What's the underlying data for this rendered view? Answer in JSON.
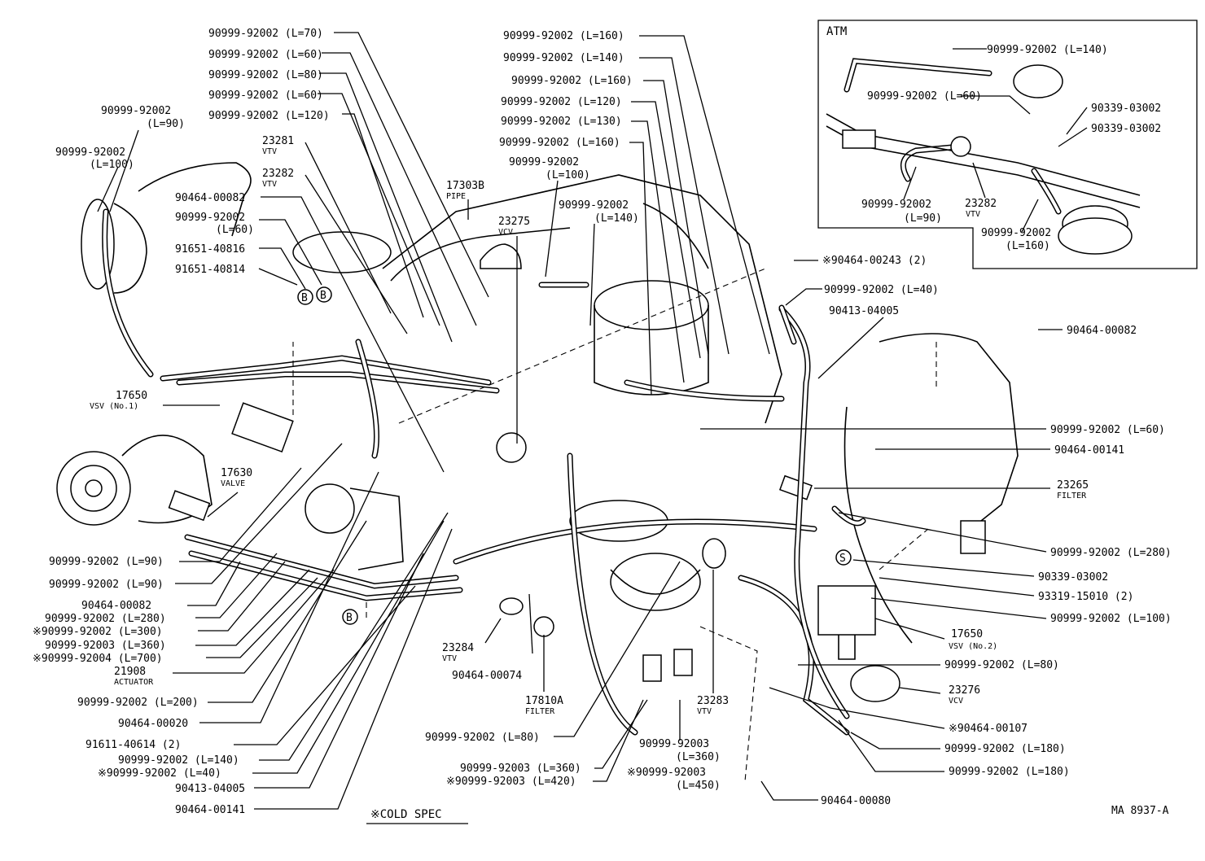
{
  "title": "MA 8937-A",
  "legend_note": "※COLD SPEC",
  "inset": {
    "title": "ATM",
    "labels": {
      "hose_140": "90999-92002 (L=140)",
      "hose_60": "90999-92002 (L=60)",
      "plug_1": "90339-03002",
      "plug_2": "90339-03002",
      "hose_90": "90999-92002",
      "hose_90_len": "(L=90)",
      "vtv_num": "23282",
      "vtv_name": "VTV",
      "hose_160": "90999-92002",
      "hose_160_len": "(L=160)"
    }
  },
  "markers": {
    "b": "B",
    "s": "S"
  },
  "labels": {
    "l001": "90999-92002 (L=70)",
    "l002": "90999-92002 (L=60)",
    "l003": "90999-92002 (L=80)",
    "l004": "90999-92002 (L=60)",
    "l005": "90999-92002 (L=120)",
    "l006a": "90999-92002",
    "l006b": "(L=90)",
    "l007a": "90999-92002",
    "l007b": "(L=100)",
    "l008a": "23281",
    "l008b": "VTV",
    "l009a": "23282",
    "l009b": "VTV",
    "l010": "90464-00082",
    "l011a": "90999-92002",
    "l011b": "(L=60)",
    "l012": "91651-40816",
    "l013": "91651-40814",
    "l014a": "17303B",
    "l014b": "PIPE",
    "l015a": "23275",
    "l015b": "VCV",
    "l016": "90999-92002 (L=160)",
    "l017": "90999-92002 (L=140)",
    "l018": "90999-92002 (L=160)",
    "l019": "90999-92002 (L=120)",
    "l020": "90999-92002 (L=130)",
    "l021": "90999-92002 (L=160)",
    "l022a": "90999-92002",
    "l022b": "(L=100)",
    "l023a": "90999-92002",
    "l023b": "(L=140)",
    "l024": "※90464-00243 (2)",
    "l025": "90999-92002 (L=40)",
    "l026": "90413-04005",
    "l027": "90464-00082",
    "l028a": "17650",
    "l028b": "VSV (No.1)",
    "l029a": "17630",
    "l029b": "VALVE",
    "l030": "90999-92002 (L=60)",
    "l031": "90464-00141",
    "l032a": "23265",
    "l032b": "FILTER",
    "l033": "90999-92002 (L=280)",
    "l034": "90339-03002",
    "l035": "93319-15010 (2)",
    "l036": "90999-92002 (L=100)",
    "l037a": "17650",
    "l037b": "VSV (No.2)",
    "l038": "90999-92002 (L=80)",
    "l039a": "23276",
    "l039b": "VCV",
    "l040": "※90464-00107",
    "l041": "90999-92002 (L=180)",
    "l042": "90999-92002 (L=180)",
    "l043": "90464-00080",
    "l044": "90999-92002 (L=90)",
    "l045": "90999-92002 (L=90)",
    "l046": "90464-00082",
    "l047": "90999-92002 (L=280)",
    "l048": "※90999-92002 (L=300)",
    "l049": "90999-92003 (L=360)",
    "l050": "※90999-92004 (L=700)",
    "l051a": "21908",
    "l051b": "ACTUATOR",
    "l052": "90999-92002 (L=200)",
    "l053": "90464-00020",
    "l054": "91611-40614 (2)",
    "l055": "90999-92002 (L=140)",
    "l056": "※90999-92002 (L=40)",
    "l057": "90413-04005",
    "l058": "90464-00141",
    "l059a": "23284",
    "l059b": "VTV",
    "l060": "90464-00074",
    "l061a": "17810A",
    "l061b": "FILTER",
    "l062": "90999-92002 (L=80)",
    "l063": "90999-92003 (L=360)",
    "l064": "※90999-92003 (L=420)",
    "l065a": "90999-92003",
    "l065b": "(L=360)",
    "l066a": "※90999-92003",
    "l066b": "(L=450)",
    "l067a": "23283",
    "l067b": "VTV"
  }
}
